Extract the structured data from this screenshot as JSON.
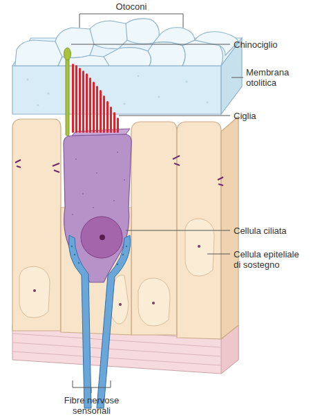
{
  "diagram": {
    "labels": [
      "Otoconi",
      "Chinociglio",
      "Membrana otolitica",
      "Ciglia",
      "Cellula ciliata",
      "Cellula epiteliale di sostegno",
      "Fibre nervose sensoriali"
    ]
  }
}
